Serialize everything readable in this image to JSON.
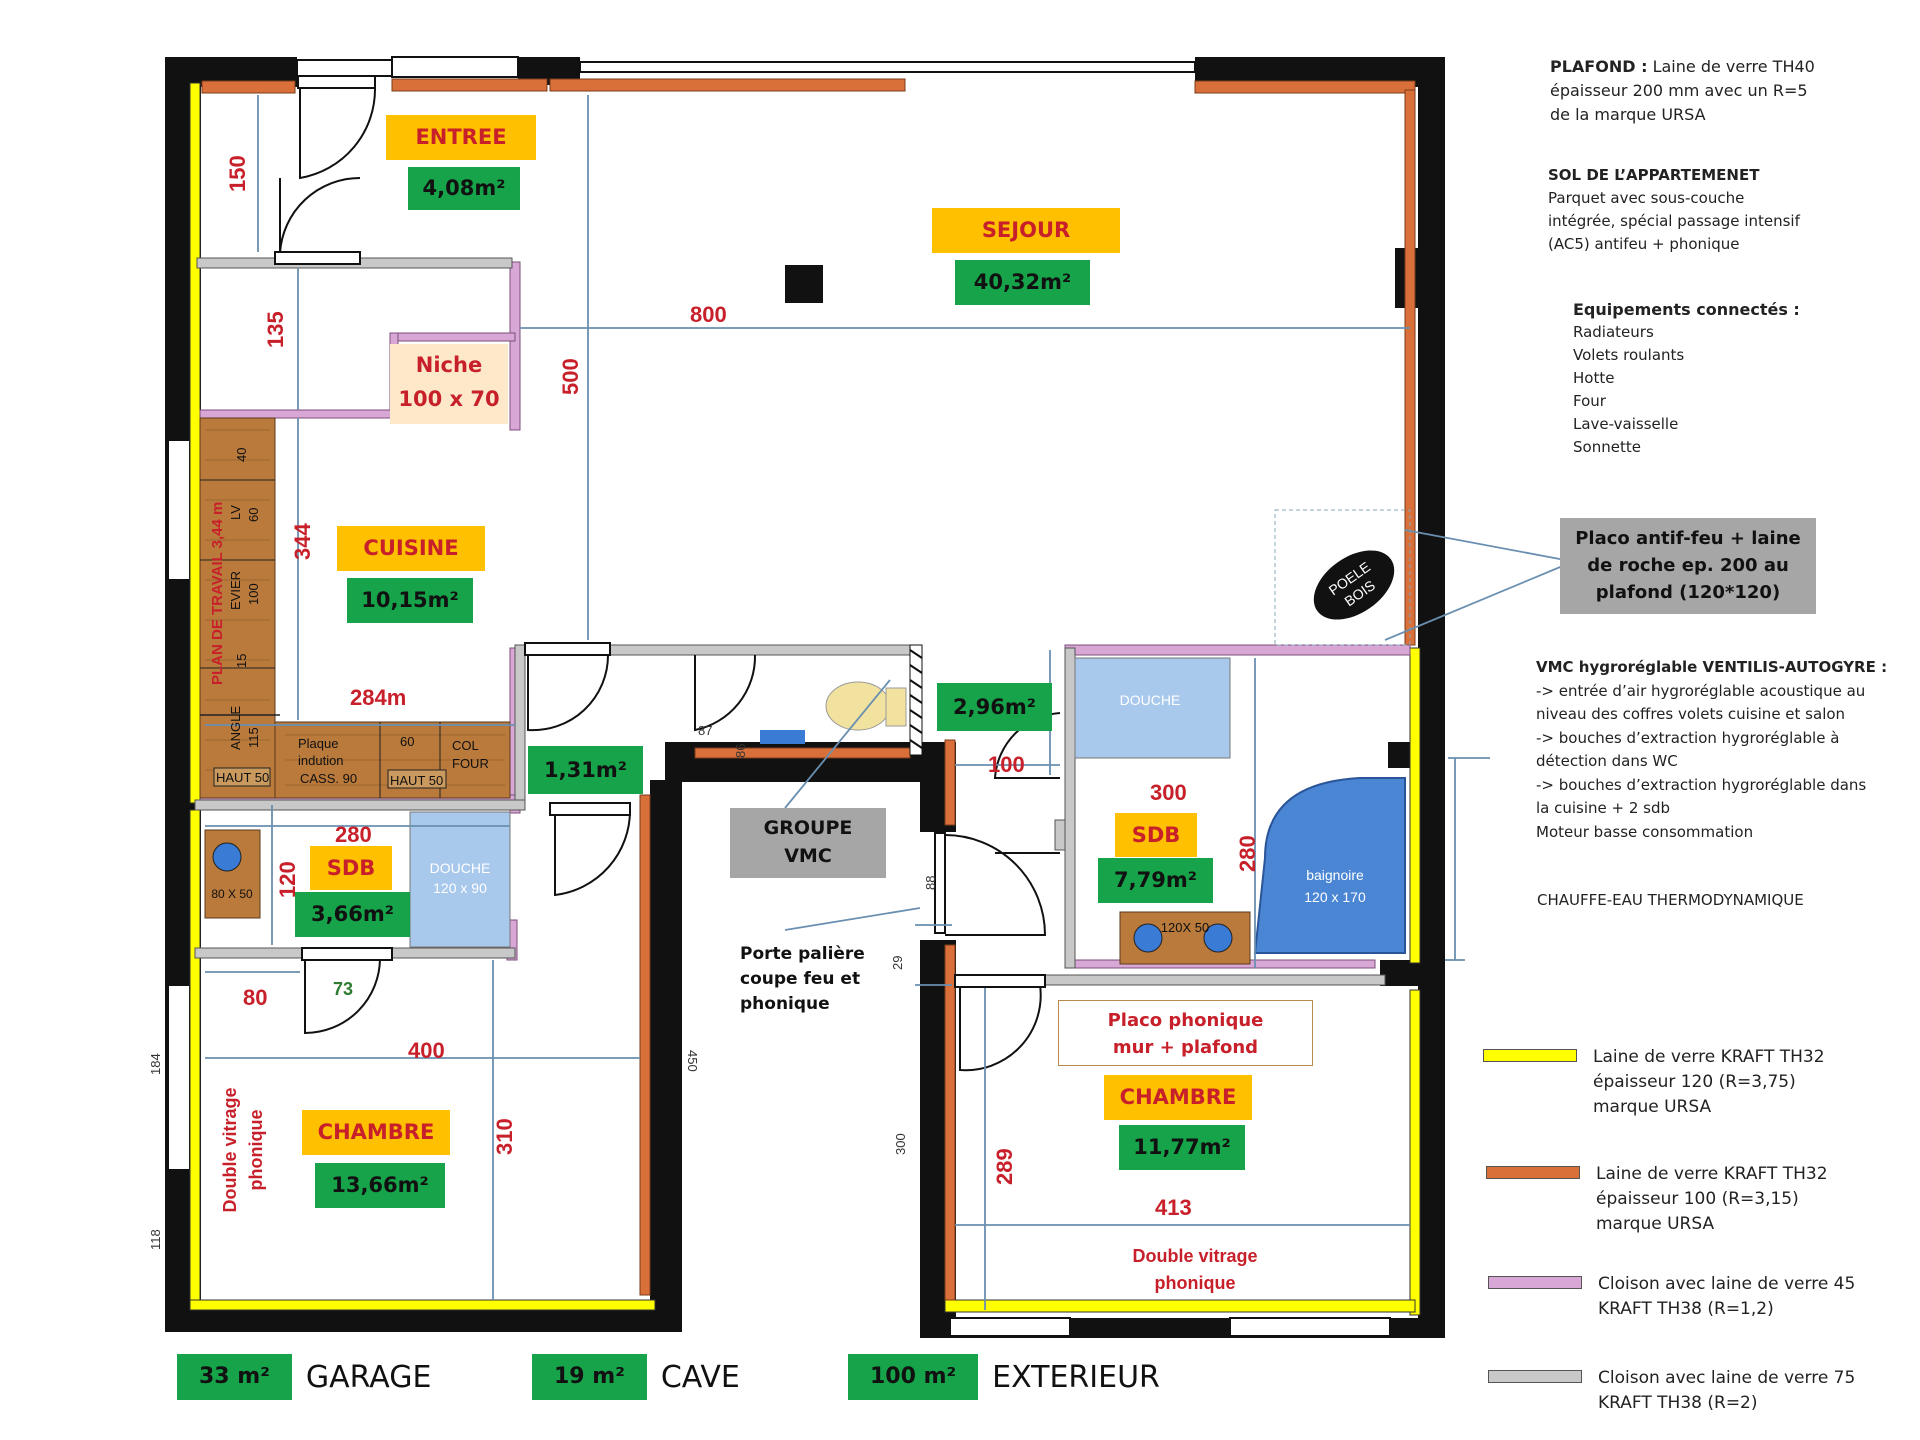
{
  "notes": {
    "plafond": {
      "head": "PLAFOND :",
      "text": [
        "Laine de verre TH40",
        "épaisseur 200 mm avec un R=5",
        "de la marque URSA"
      ]
    },
    "sol": {
      "head": "SOL DE L’APPARTEMENET",
      "text": [
        "Parquet avec sous-couche",
        "intégrée, spécial passage intensif",
        "(AC5) antifeu + phonique"
      ]
    },
    "equipements": {
      "head": "Equipements connectés :",
      "items": [
        "Radiateurs",
        "Volets roulants",
        "Hotte",
        "Four",
        "Lave-vaisselle",
        "Sonnette"
      ]
    },
    "vmc": {
      "head": "VMC hygroréglable VENTILIS-AUTOGYRE :",
      "lines": [
        "-> entrée d’air hygroréglable acoustique au",
        "niveau des coffres volets cuisine et salon",
        "-> bouches d’extraction hygroréglable à",
        "détection dans WC",
        "-> bouches d’extraction hygroréglable dans",
        "la cuisine + 2 sdb",
        "Moteur basse consommation"
      ]
    },
    "chauffe_eau": "CHAUFFE-EAU THERMODYNAMIQUE"
  },
  "placo_box": [
    "Placo antif-feu + laine",
    "de roche ep. 200 au",
    "plafond (120*120)"
  ],
  "legend": [
    {
      "color": "#ffff00",
      "lines": [
        "Laine de verre KRAFT TH32",
        "épaisseur 120 (R=3,75)",
        "marque URSA"
      ]
    },
    {
      "color": "#d9703a",
      "lines": [
        "Laine de verre KRAFT TH32",
        "épaisseur 100 (R=3,15)",
        "marque URSA"
      ]
    },
    {
      "color": "#d9a7d6",
      "lines": [
        "Cloison avec laine de verre 45",
        "KRAFT TH38 (R=1,2)"
      ]
    },
    {
      "color": "#c8c8c8",
      "lines": [
        "Cloison avec laine de verre 75",
        "KRAFT TH38 (R=2)"
      ]
    }
  ],
  "summary": [
    {
      "value": "33 m²",
      "label": "GARAGE"
    },
    {
      "value": "19 m²",
      "label": "CAVE"
    },
    {
      "value": "100 m²",
      "label": "EXTERIEUR"
    }
  ],
  "rooms": {
    "entree": {
      "name": "ENTREE",
      "area": "4,08m²"
    },
    "sejour": {
      "name": "SEJOUR",
      "area": "40,32m²"
    },
    "cuisine": {
      "name": "CUISINE",
      "area": "10,15m²"
    },
    "sdb1": {
      "name": "SDB",
      "area": "3,66m²"
    },
    "sdb2": {
      "name": "SDB",
      "area": "7,79m²"
    },
    "chambre1": {
      "name": "CHAMBRE",
      "area": "13,66m²"
    },
    "chambre2": {
      "name": "CHAMBRE",
      "area": "11,77m²"
    },
    "wc": {
      "area": "1,31m²"
    },
    "couloir": {
      "area": "2,96m²"
    }
  },
  "labels": {
    "niche": [
      "Niche",
      "100 x 70"
    ],
    "groupe_vmc": [
      "GROUPE",
      "VMC"
    ],
    "porte_paliere": [
      "Porte palière",
      "coupe feu et",
      "phonique"
    ],
    "placo_phonique": [
      "Placo phonique",
      "mur + plafond"
    ],
    "double_vitrage": "Double vitrage",
    "phonique": "phonique",
    "double_vitrage_v": [
      "Double vitrage",
      "phonique"
    ],
    "poele": [
      "POELE",
      "BOIS"
    ],
    "douche1": [
      "DOUCHE",
      "120 x 90"
    ],
    "douche2": "DOUCHE",
    "baignoire": [
      "baignoire",
      "120 x 170"
    ],
    "vasque1": "80 X 50",
    "vasque2": "120X 50",
    "plan_travail": "PLAN DE TRAVAIL 3,44 m",
    "plaque": [
      "Plaque",
      "indution",
      "CASS. 90"
    ],
    "col_four": [
      "COL",
      "FOUR"
    ],
    "haut50": "HAUT 50",
    "k60": "60",
    "k_angle": [
      "ANGLE",
      "115"
    ],
    "k_15": "15",
    "k_evier": [
      "EVIER",
      "100"
    ],
    "k_lv": [
      "LV",
      "60"
    ],
    "k_40": "40"
  },
  "dims": {
    "d150": "150",
    "d135": "135",
    "d800": "800",
    "d500": "500",
    "d344": "344",
    "d284": "284m",
    "d280a": "280",
    "d120": "120",
    "d80": "80",
    "d73": "73",
    "d400": "400",
    "d310": "310",
    "d100": "100",
    "d300": "300",
    "d280b": "280",
    "d289": "289",
    "d413": "413",
    "s450": "450",
    "s300": "300",
    "s184": "184",
    "s118": "118",
    "s29": "29",
    "s88": "88",
    "s87": "87",
    "s86": "86"
  }
}
